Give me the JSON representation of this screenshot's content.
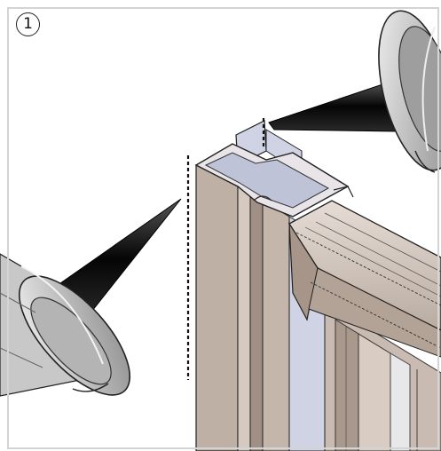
{
  "step": {
    "number": "1"
  },
  "colors": {
    "frame_border": "#d4d4d4",
    "profile_face": "#bfb0a6",
    "profile_dark": "#9f8f85",
    "profile_light": "#d6c9c0",
    "inner_blue": "#cfd3e4",
    "nozzle": "#111111",
    "gun_silver": "#cfcfcf"
  },
  "icons": {
    "step_badge": "circled-number",
    "sealant_gun": "caulking-gun-nozzle"
  }
}
